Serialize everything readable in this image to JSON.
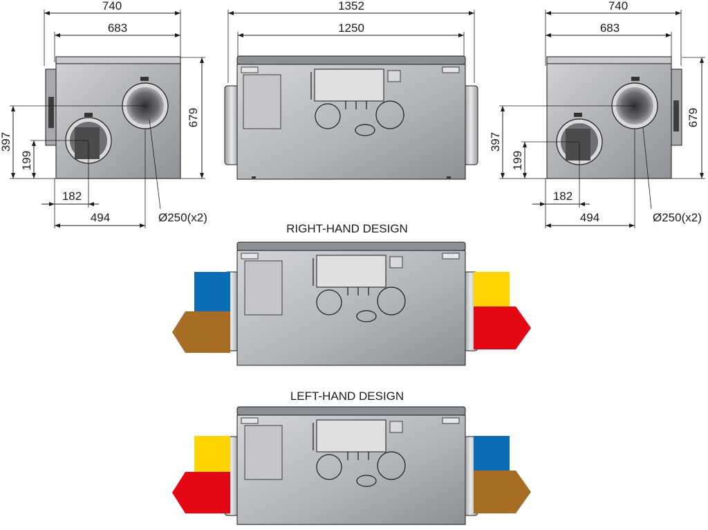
{
  "dimensions": {
    "side_left": {
      "outer_width": "740",
      "inner_width": "683",
      "height": "679",
      "duct_top_height": "397",
      "duct_bottom_height": "199",
      "duct_bottom_offset": "182",
      "duct_top_offset": "494",
      "duct_diameter": "Ø250(x2)"
    },
    "front": {
      "outer_width": "1352",
      "inner_width": "1250"
    },
    "side_right": {
      "outer_width": "740",
      "inner_width": "683",
      "height": "679",
      "duct_top_height": "397",
      "duct_bottom_height": "199",
      "duct_bottom_offset": "182",
      "duct_top_offset": "494",
      "duct_diameter": "Ø250(x2)"
    }
  },
  "designs": {
    "right_hand": {
      "title": "RIGHT-HAND DESIGN",
      "arrow_colors": {
        "left_top": "#0b6db5",
        "left_bottom": "#a86d25",
        "right_top": "#ffd400",
        "right_bottom": "#e30613"
      }
    },
    "left_hand": {
      "title": "LEFT-HAND DESIGN",
      "arrow_colors": {
        "left_top": "#ffd400",
        "left_bottom": "#e30613",
        "right_top": "#0b6db5",
        "right_bottom": "#a86d25"
      }
    }
  },
  "colors": {
    "body": "#b9bbbe",
    "body_dark": "#7c7f83",
    "line": "#1a1a1a"
  }
}
